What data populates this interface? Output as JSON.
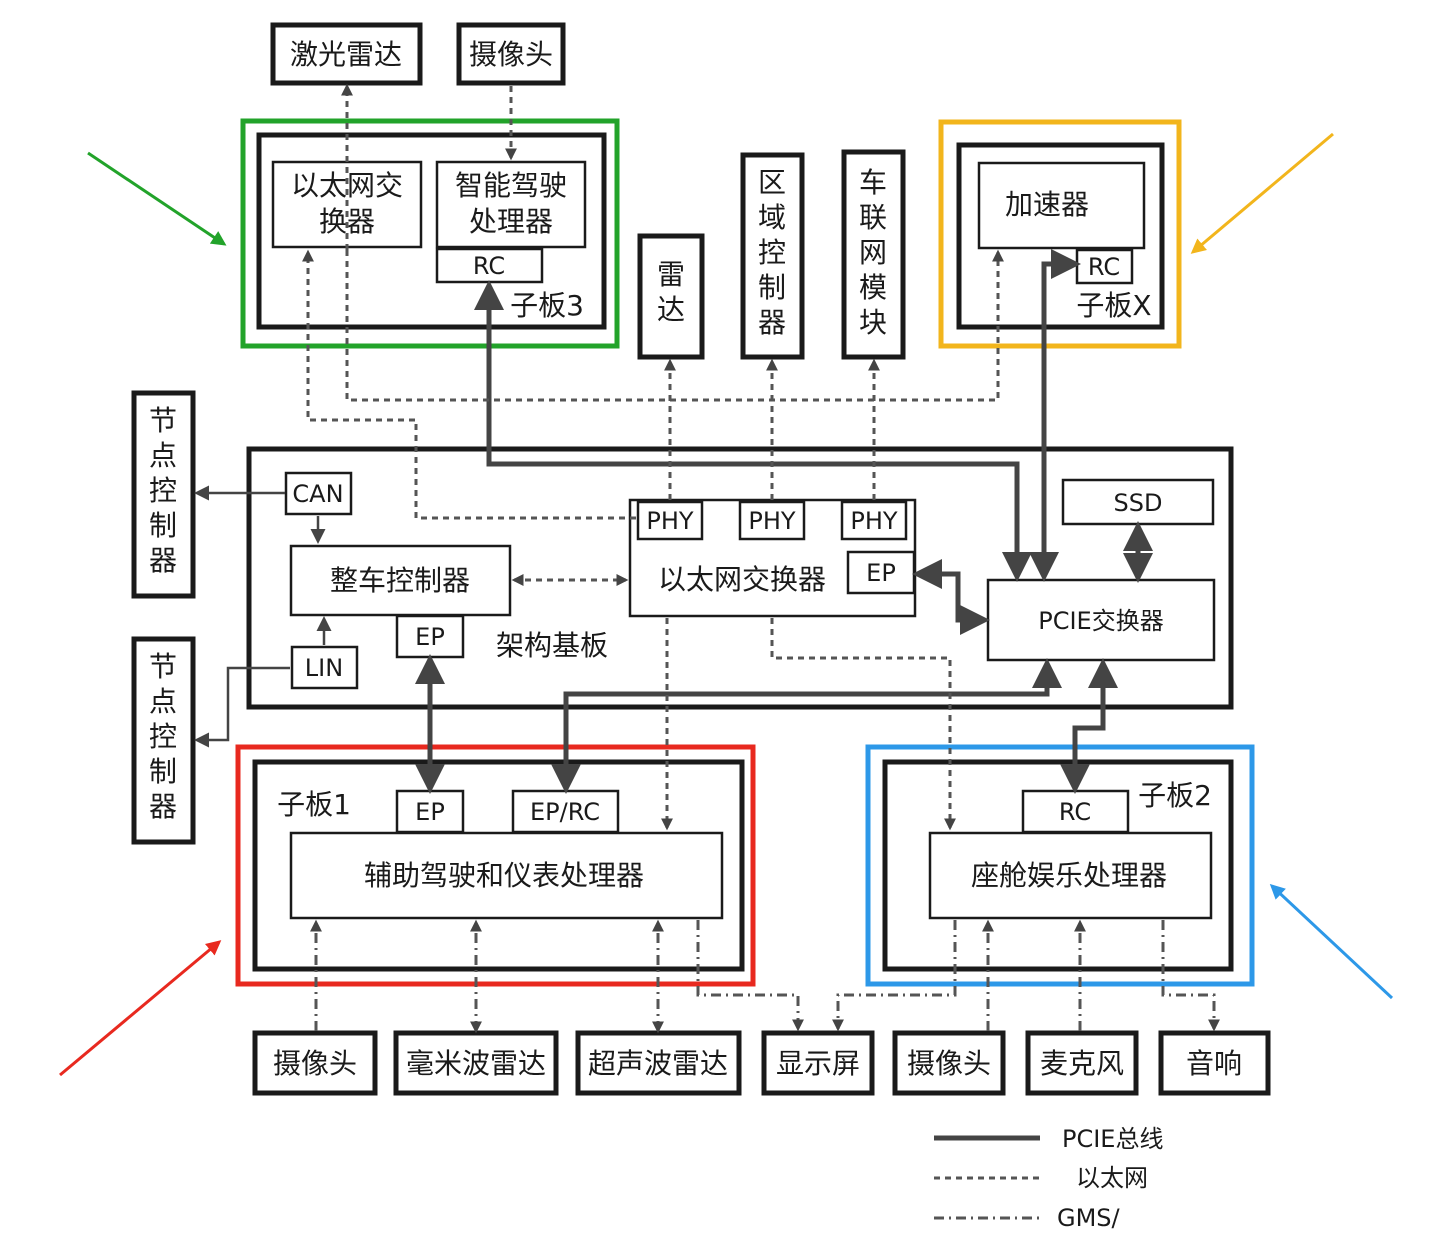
{
  "sensors_top": {
    "lidar": "激光雷达",
    "camera": "摄像头"
  },
  "board3": {
    "name": "子板3",
    "eth_switch": "以太网交换器",
    "ad_processor": "智能驾驶处理器",
    "rc": "RC"
  },
  "top_modules": {
    "radar": "雷达",
    "zone_controller": "区域控制器",
    "telematics": "车联网模块"
  },
  "boardX": {
    "name": "子板X",
    "accelerator": "加速器",
    "rc": "RC"
  },
  "node_controllers": {
    "upper": "节点控制器",
    "lower": "节点控制器"
  },
  "base": {
    "name": "架构基板",
    "can": "CAN",
    "lin": "LIN",
    "vcu": "整车控制器",
    "vcu_ep": "EP",
    "eth_switch": "以太网交换器",
    "phy": "PHY",
    "eth_ep": "EP",
    "ssd": "SSD",
    "pcie_switch": "PCIE交换器"
  },
  "board1": {
    "name": "子板1",
    "ep": "EP",
    "eprc": "EP/RC",
    "processor": "辅助驾驶和仪表处理器"
  },
  "board2": {
    "name": "子板2",
    "rc": "RC",
    "processor": "座舱娱乐处理器"
  },
  "peripherals": {
    "camera1": "摄像头",
    "mmwave": "毫米波雷达",
    "ultrasonic": "超声波雷达",
    "display": "显示屏",
    "camera2": "摄像头",
    "microphone": "麦克风",
    "speaker": "音响"
  },
  "legend": {
    "pcie": "PCIE总线",
    "ethernet": "以太网",
    "gms": "GMS/"
  },
  "colors": {
    "board3_frame": "#22a32a",
    "boardX_frame": "#f2b51c",
    "board1_frame": "#e8291f",
    "board2_frame": "#2d98e8",
    "line": "#444444",
    "box_stroke": "#1a1a1a"
  }
}
